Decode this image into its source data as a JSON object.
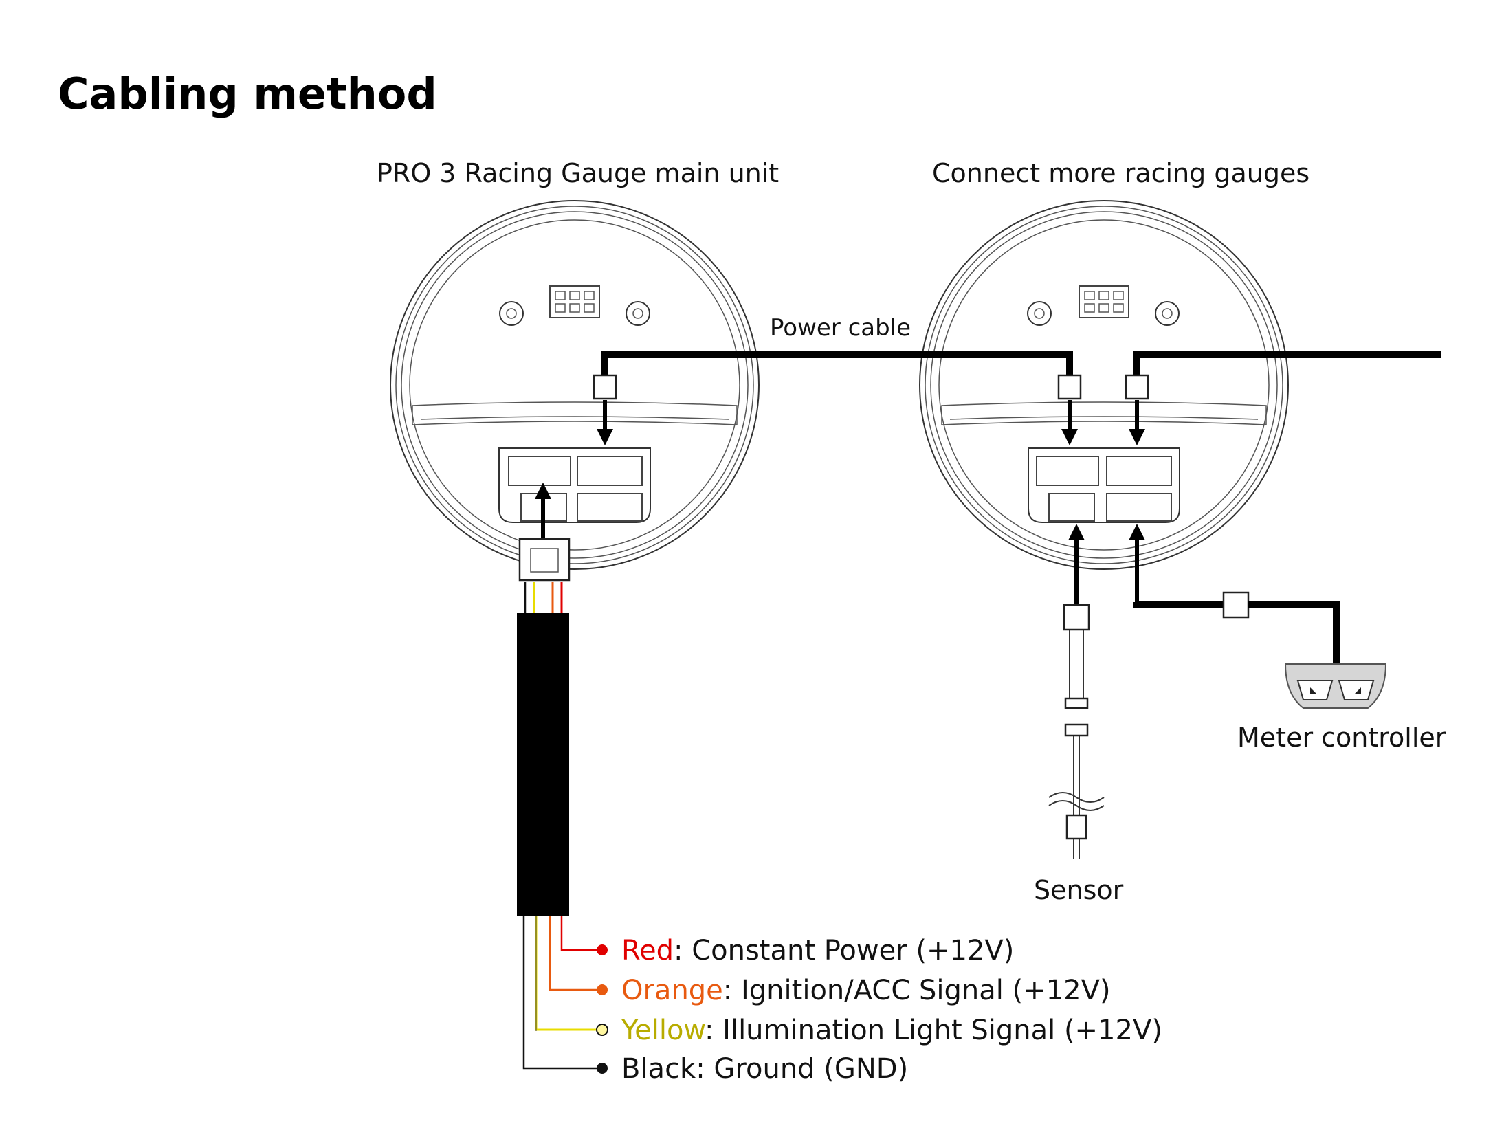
{
  "title": "Cabling method",
  "labels": {
    "main_unit": "PRO 3 Racing Gauge main unit",
    "more_gauges": "Connect more racing gauges",
    "power_cable": "Power cable",
    "sensor": "Sensor",
    "meter_controller": "Meter controller"
  },
  "wires": [
    {
      "color_name": "Red",
      "description": ": Constant Power (+12V)",
      "hex": "#e00000"
    },
    {
      "color_name": "Orange",
      "description": ": Ignition/ACC Signal (+12V)",
      "hex": "#e85a10"
    },
    {
      "color_name": "Yellow",
      "description": ": Illumination Light Signal (+12V)",
      "hex": "#b8ac00"
    },
    {
      "color_name": "Black",
      "description": ": Ground (GND)",
      "hex": "#111111"
    }
  ],
  "colors": {
    "red": "#e00000",
    "orange": "#e85a10",
    "yellow": "#e8dc00",
    "black": "#000000"
  }
}
